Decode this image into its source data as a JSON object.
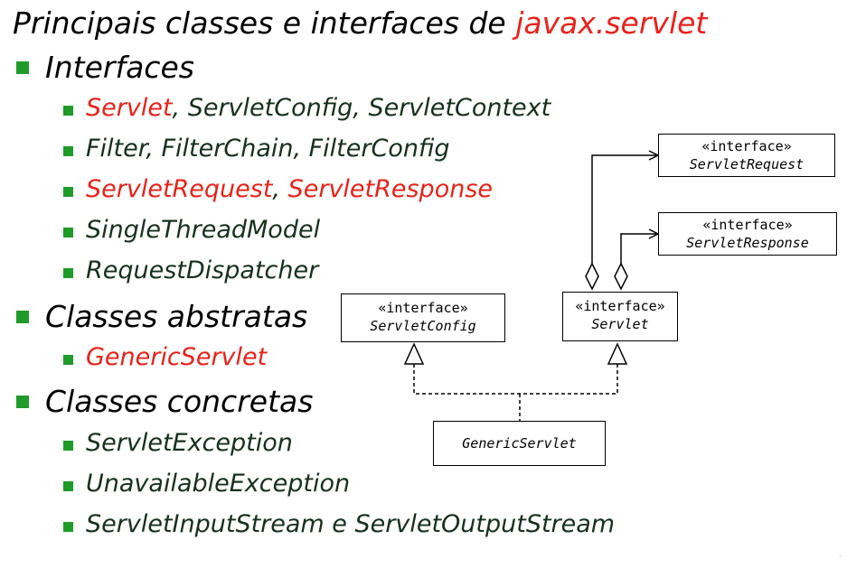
{
  "title": {
    "prefix": "Principais classes e interfaces de ",
    "accent": "javax.servlet"
  },
  "sections": {
    "interfaces": {
      "heading": "Interfaces",
      "items": {
        "i0": {
          "red": "Servlet",
          "rest": ", ServletConfig, ServletContext"
        },
        "i1": {
          "text": "Filter, FilterChain, FilterConfig"
        },
        "i2": {
          "red1": "ServletRequest",
          "sep": ", ",
          "red2": "ServletResponse"
        },
        "i3": {
          "text": "SingleThreadModel"
        },
        "i4": {
          "text": "RequestDispatcher"
        }
      }
    },
    "abstract": {
      "heading": "Classes abstratas",
      "items": {
        "i0": {
          "red": "GenericServlet"
        }
      }
    },
    "concrete": {
      "heading": "Classes concretas",
      "items": {
        "i0": {
          "text": "ServletException"
        },
        "i1": {
          "text": "UnavailableException"
        },
        "i2": {
          "text": "ServletInputStream e ServletOutputStream"
        }
      }
    }
  },
  "uml": {
    "stereotype": "«interface»",
    "servlet_request": "ServletRequest",
    "servlet_response": "ServletResponse",
    "servlet_config": "ServletConfig",
    "servlet": "Servlet",
    "generic_servlet": "GenericServlet"
  },
  "colors": {
    "accent_red": "#e8231b",
    "bullet_green": "#1f9b2a",
    "item_text_dark_green": "#17301d"
  }
}
